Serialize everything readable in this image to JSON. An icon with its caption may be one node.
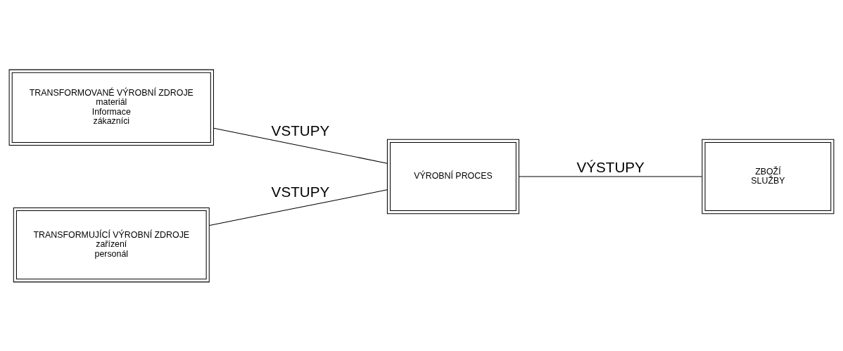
{
  "diagram": {
    "nodes": [
      {
        "text": [
          "TRANSFORMOVANÉ VÝROBNÍ ZDROJE",
          "materiál",
          "Informace",
          "zákazníci"
        ]
      },
      {
        "text": [
          "VÝROBNÍ PROCES"
        ]
      },
      {
        "text": [
          "ZBOŽÍ",
          "SLUŽBY"
        ]
      },
      {
        "text": [
          "TRANSFORMUJÍCÍ VÝROBNÍ ZDROJE",
          "zařízení",
          "personál"
        ]
      }
    ],
    "edges": [
      {
        "from": 0,
        "to": 1,
        "arrow": "none",
        "label": "VSTUPY"
      },
      {
        "from": 1,
        "to": 2,
        "arrow": "none",
        "label": "VÝSTUPY"
      },
      {
        "from": 3,
        "to": 1,
        "arrow": "none",
        "label": "VSTUPY"
      }
    ]
  }
}
